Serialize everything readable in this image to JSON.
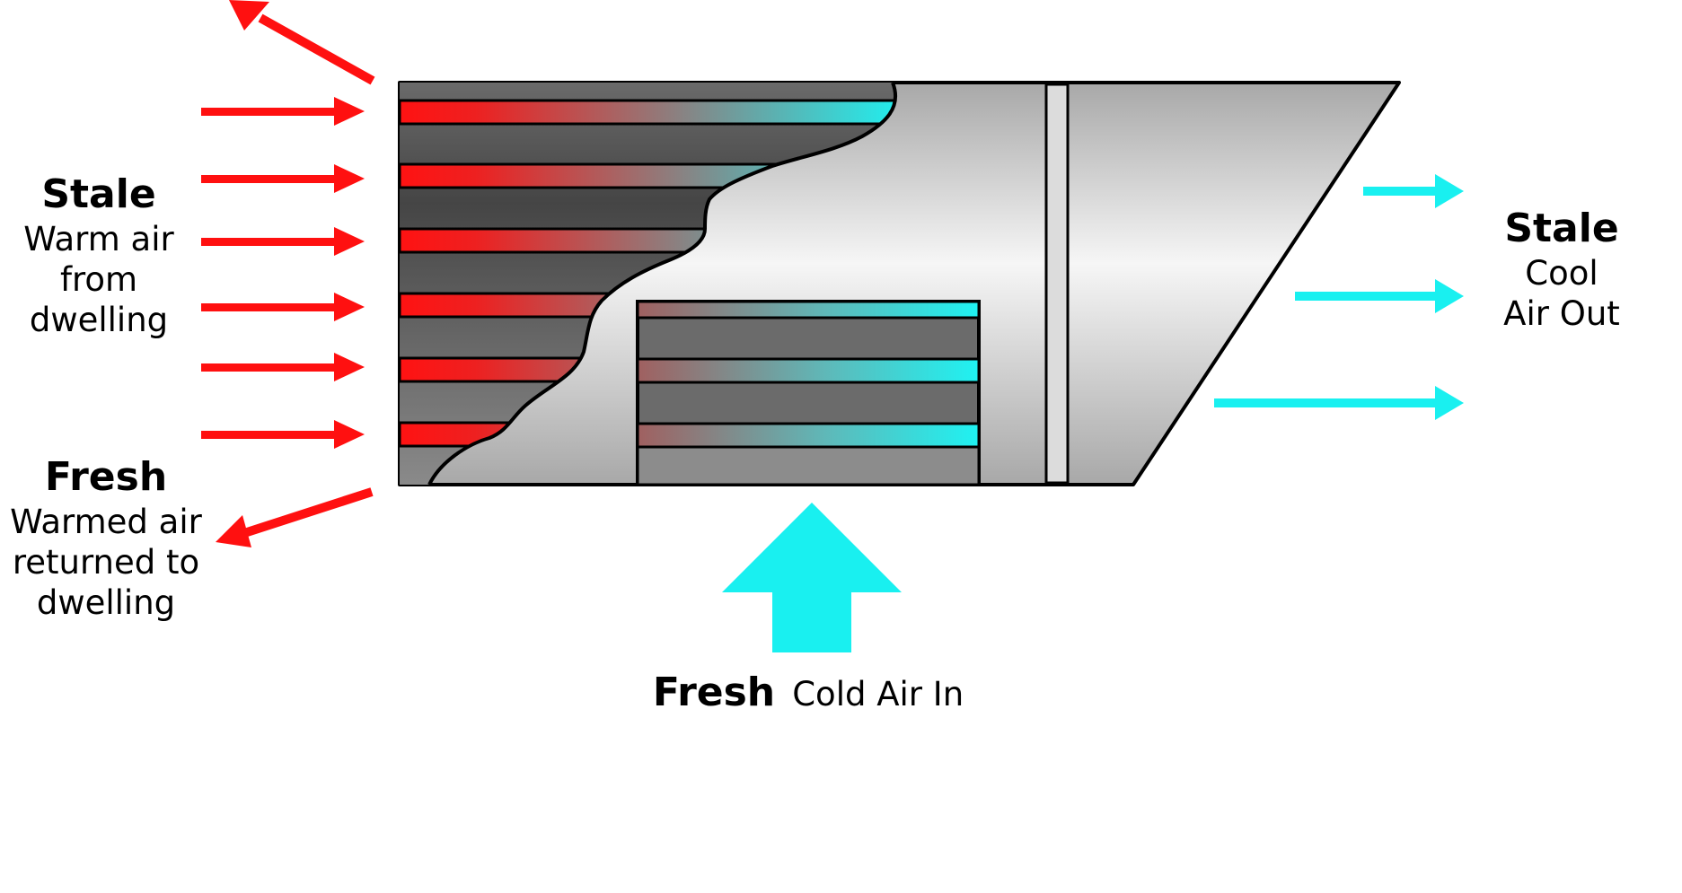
{
  "colors": {
    "warm": "#ff1010",
    "cool": "#19f0f0",
    "outline": "#000000",
    "core_dark": "#555555",
    "housing_light": "#f2f2f2",
    "housing_mid": "#a9a9a9"
  },
  "labels": {
    "stale_left": {
      "title": "Stale",
      "lines": [
        "Warm air",
        "from",
        "dwelling"
      ]
    },
    "fresh_left": {
      "title": "Fresh",
      "lines": [
        "Warmed air",
        "returned to",
        "dwelling"
      ]
    },
    "stale_right": {
      "title": "Stale",
      "lines": [
        "Cool",
        "Air Out"
      ]
    },
    "fresh_bottom": {
      "title": "Fresh",
      "subtitle": "Cold Air In"
    }
  },
  "icons": [
    "arrow-right-icon",
    "arrow-up-left-icon",
    "arrow-down-left-icon",
    "arrow-up-icon"
  ]
}
